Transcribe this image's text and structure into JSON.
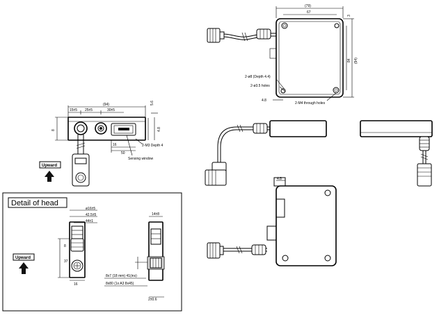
{
  "detail_title": "Detail of head",
  "upward_label": "Upward",
  "top_view": {
    "overall_width": "(79)",
    "width_inner": "67",
    "dim_3": "3",
    "dim_84": "84",
    "dim_94": "(94)",
    "dim_4p8": "4.8",
    "hole_depth": "2-ø8 (Depth 4.4)",
    "hole_dia": "2-ø3.5 holes",
    "through_holes": "2-M4 through holes"
  },
  "head_front": {
    "overall": "(94)",
    "seg1": "15±5",
    "seg2": "25±5",
    "seg3": "30±5",
    "height": "8",
    "dim_5p6": "5.6",
    "dim_4p8": "4.8",
    "dim_16": "16",
    "dim_50": "50",
    "m5": "2-M3 Depth 4",
    "sensor_label": "Sensing window"
  },
  "detail_head": {
    "d1": "ø16±5",
    "d2": "42.5±5",
    "d3": "44±1",
    "side": "14±8",
    "note1": "8x7 (18 mm) 41(ins)",
    "note2": "8x80 (1x A3 8x45)",
    "d4": "2±0.6",
    "d5": "16"
  }
}
